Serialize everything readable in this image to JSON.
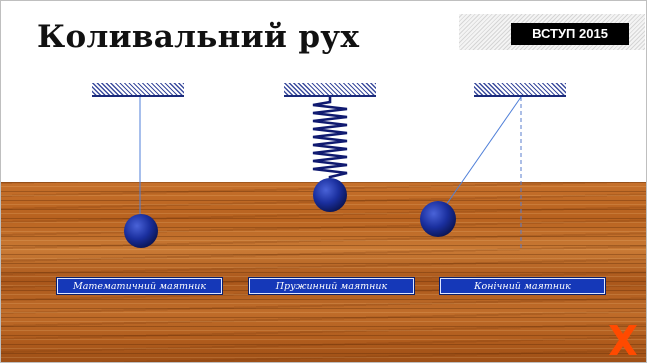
{
  "slide": {
    "title": "Коливальний рух",
    "badge": "ВСТУП 2015"
  },
  "pendulums": [
    {
      "label": "Математичний маятник",
      "type": "mathematical"
    },
    {
      "label": "Пружинний маятник",
      "type": "spring"
    },
    {
      "label": "Конічний маятник",
      "type": "conical"
    }
  ],
  "colors": {
    "ball": "#1a2f9e",
    "label_bg": "#1538b8",
    "close_icon": "#ff4a00",
    "wood": "#b8621f"
  },
  "icons": {
    "close": "close-icon"
  }
}
